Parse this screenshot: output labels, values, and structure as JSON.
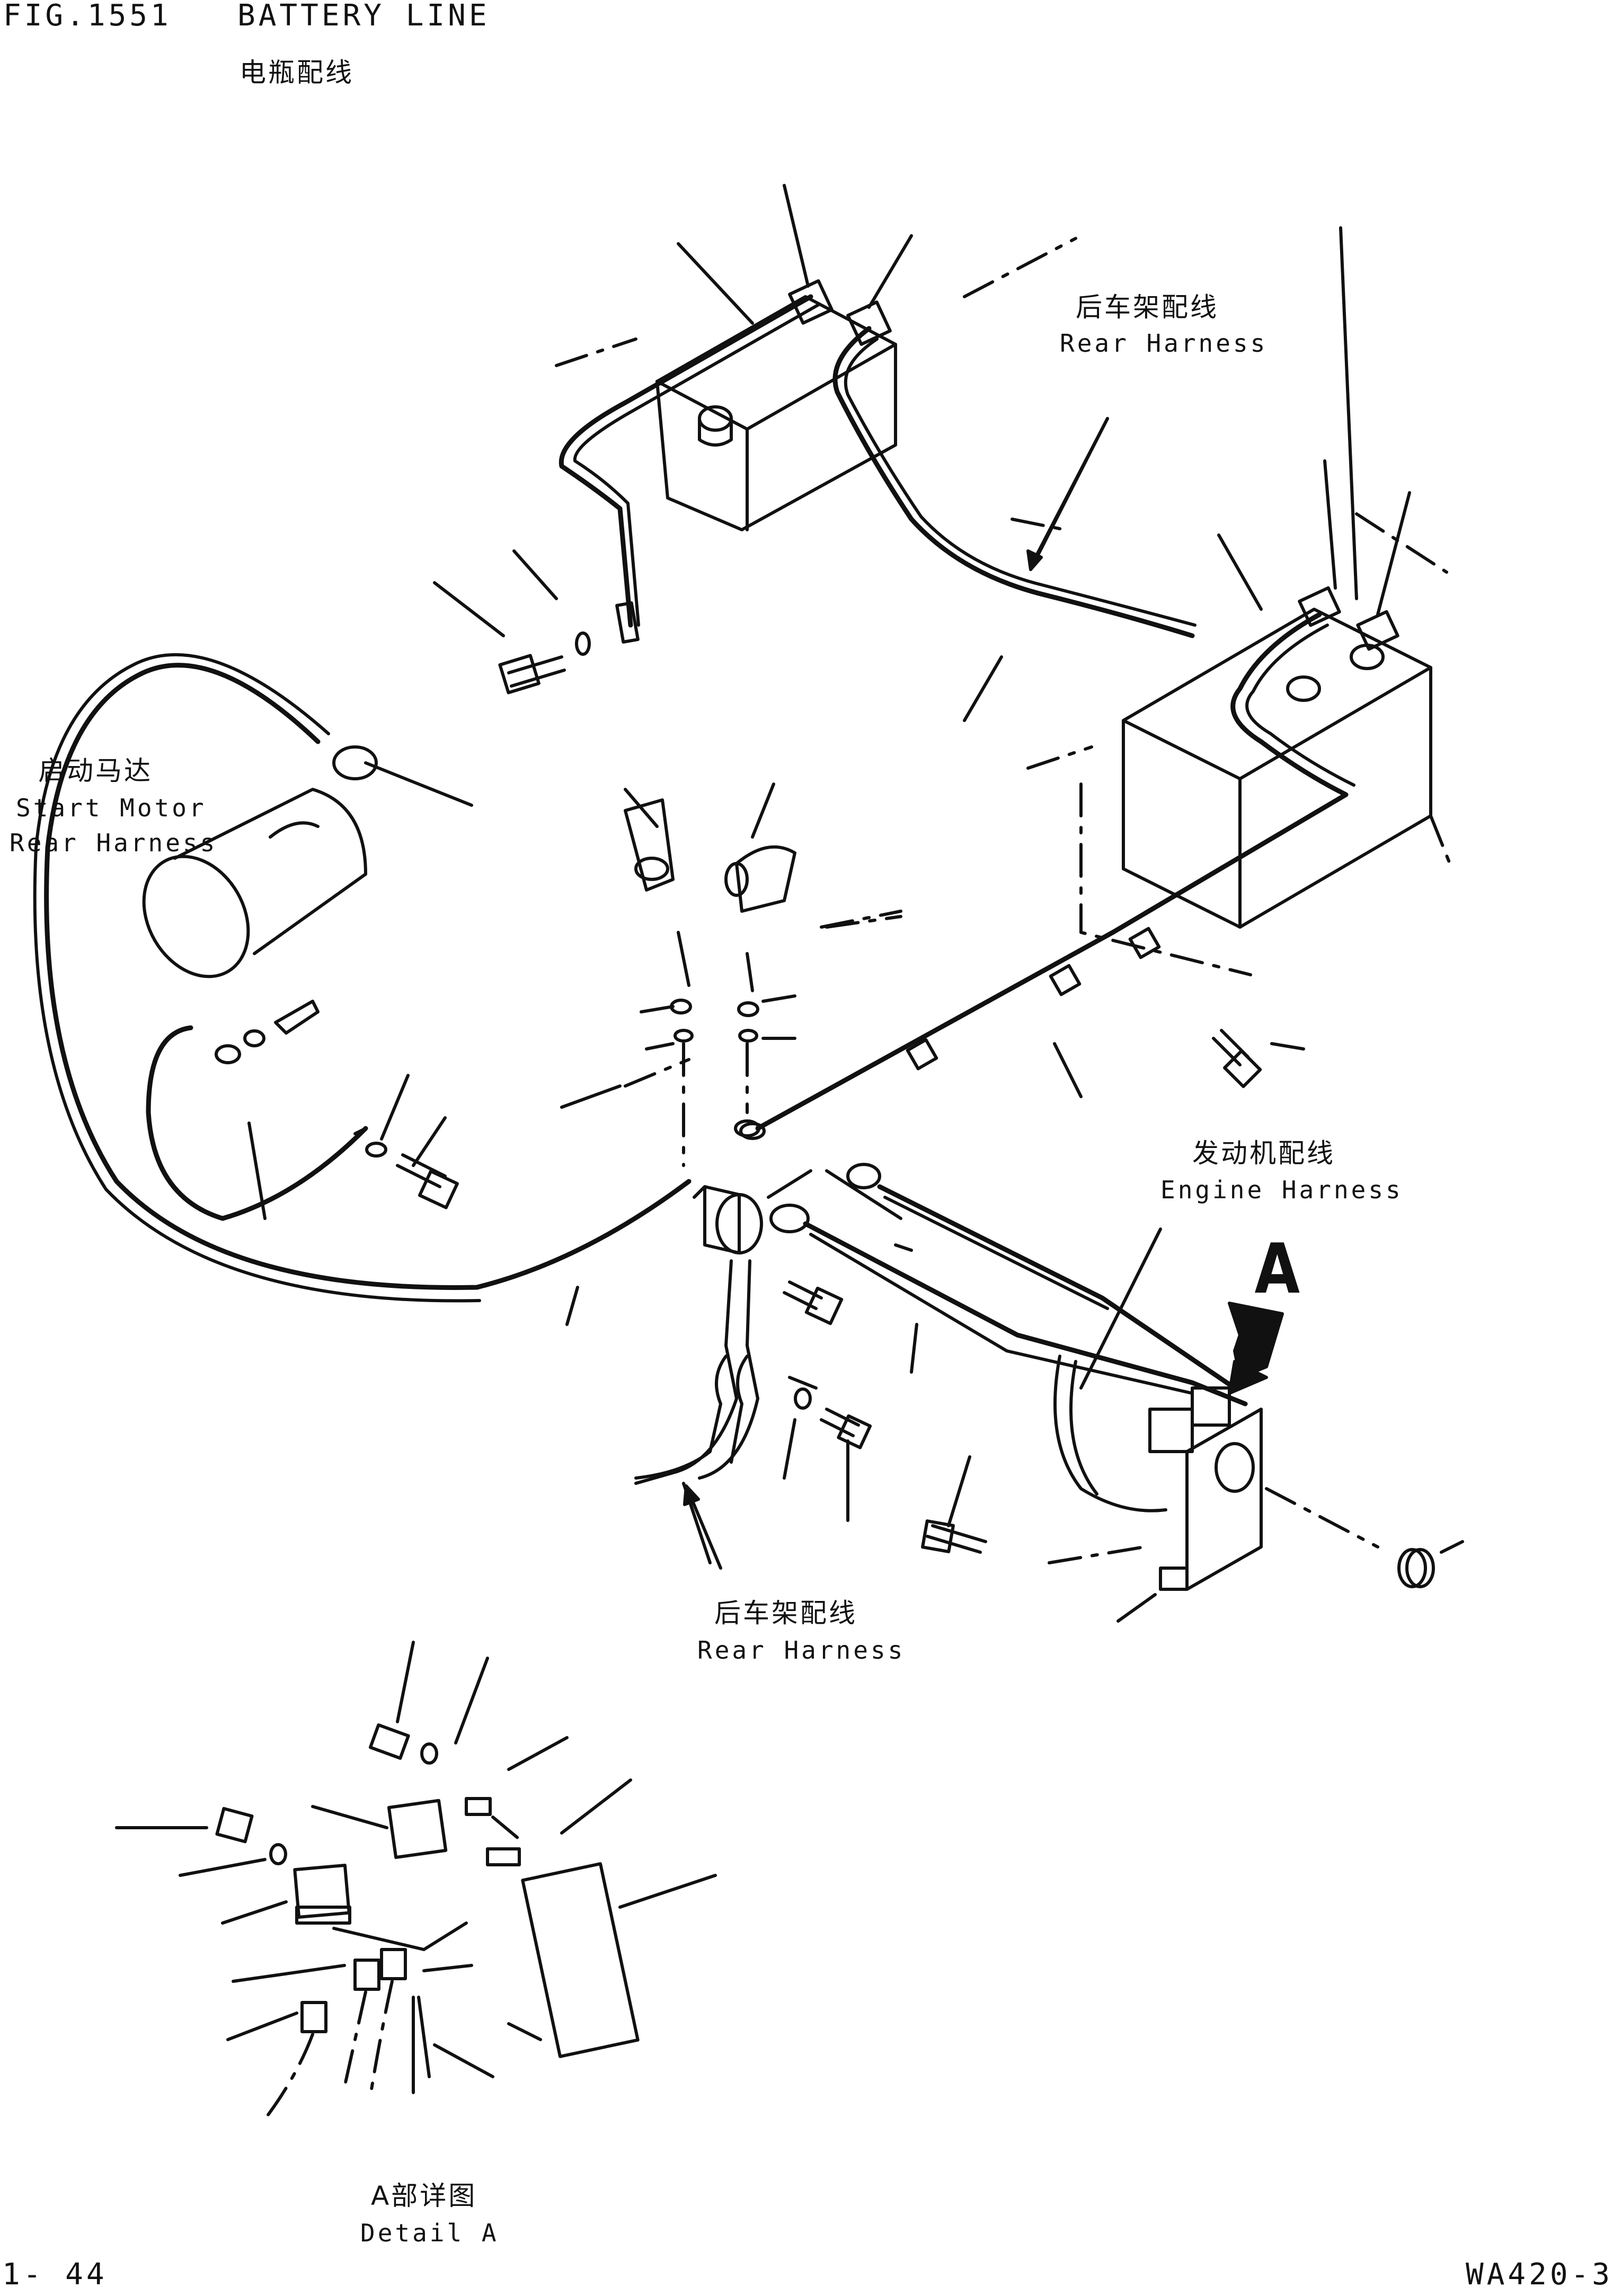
{
  "header": {
    "fig_number": "FIG.1551",
    "title_en": "BATTERY LINE",
    "title_zh": "电瓶配线"
  },
  "labels": {
    "rear_harness_top": {
      "zh": "后车架配线",
      "en": "Rear Harness"
    },
    "start_motor": {
      "zh": "启动马达",
      "en": "Start Motor",
      "en2": "Rear Harness"
    },
    "engine_harness": {
      "zh": "发动机配线",
      "en": "Engine Harness"
    },
    "rear_harness_bottom": {
      "zh": "后车架配线",
      "en": "Rear Harness"
    },
    "detail_a": {
      "zh": "A部详图",
      "en": "Detail A"
    },
    "view_marker": "A"
  },
  "footer": {
    "page_number": "1- 44",
    "model": "WA420-3"
  }
}
